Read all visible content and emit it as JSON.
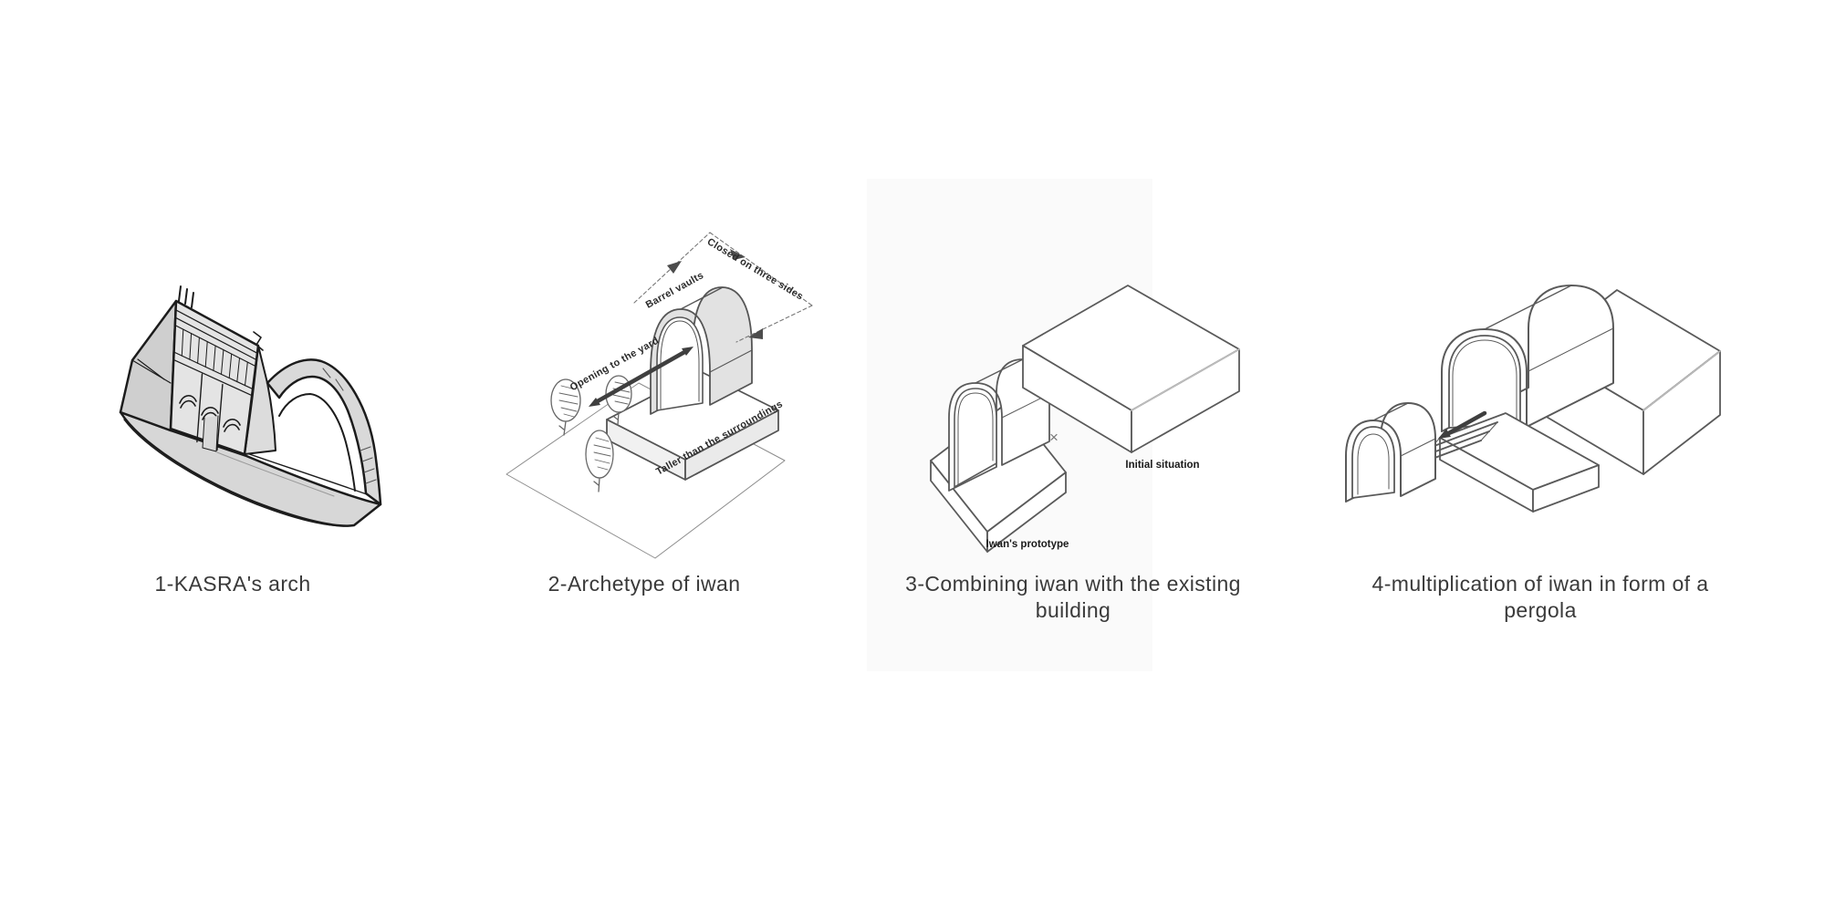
{
  "page": {
    "background": "#ffffff"
  },
  "panels": [
    {
      "name": "kasra-arch",
      "caption_lines": [
        "1-KASRA's arch"
      ]
    },
    {
      "name": "archetype-of-iwan",
      "caption_lines": [
        "2-Archetype of iwan"
      ],
      "annotations": {
        "barrel_vaults": "Barrel vaults",
        "closed_three_sides": "Closed on three sides",
        "opening_yard": "Opening to the yard",
        "taller_surroundings": "Taller than the surroundings"
      }
    },
    {
      "name": "combining-iwan",
      "caption_lines": [
        "3-Combining iwan with the existing",
        "building"
      ],
      "labels": {
        "prototype": "Iwan's prototype",
        "combine_symbol": "×",
        "initial": "Initial situation"
      }
    },
    {
      "name": "iwan-pergola",
      "caption_lines": [
        "4-multiplication of iwan in form of a",
        "pergola"
      ]
    }
  ],
  "colors": {
    "caption_text": "#3a3a3a",
    "annotation_text": "#2b2b2b",
    "diagram_line": "#5a5a5a",
    "sketch_line": "#1c1c1c",
    "vault_fill": "#e2e2e2",
    "arrow": "#3f3f3f"
  }
}
